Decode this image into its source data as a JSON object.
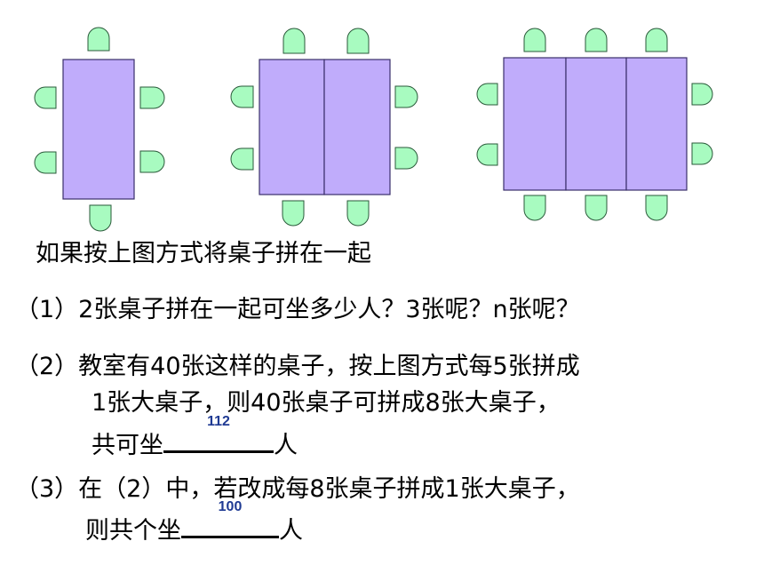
{
  "colors": {
    "table_fill": "#c0acfb",
    "table_stroke": "#3a2f6a",
    "seat_fill": "#a8fbc0",
    "seat_stroke": "#2a5a3a",
    "answer_color": "#1f3a93"
  },
  "figures": [
    {
      "tables": 1,
      "seats_per_long_side": 2,
      "seats_per_short_side": 1
    },
    {
      "tables": 2,
      "seats_per_long_side": 2,
      "seats_per_short_side": 2
    },
    {
      "tables": 3,
      "seats_per_long_side": 2,
      "seats_per_short_side": 3
    }
  ],
  "intro": "如果按上图方式将桌子拼在一起",
  "q1": "（1）2张桌子拼在一起可坐多少人？3张呢？n张呢？",
  "q2": {
    "line1": "（2）教室有40张这样的桌子，按上图方式每5张拼成",
    "line2": "1张大桌子，则40张桌子可拼成8张大桌子，",
    "line3_prefix": "共可坐",
    "answer": "112",
    "line3_suffix": "人"
  },
  "q3": {
    "line1": "（3）在（2）中，若改成每8张桌子拼成1张大桌子，",
    "line2_prefix": "则共个坐",
    "answer": "100",
    "line2_suffix": "人"
  }
}
